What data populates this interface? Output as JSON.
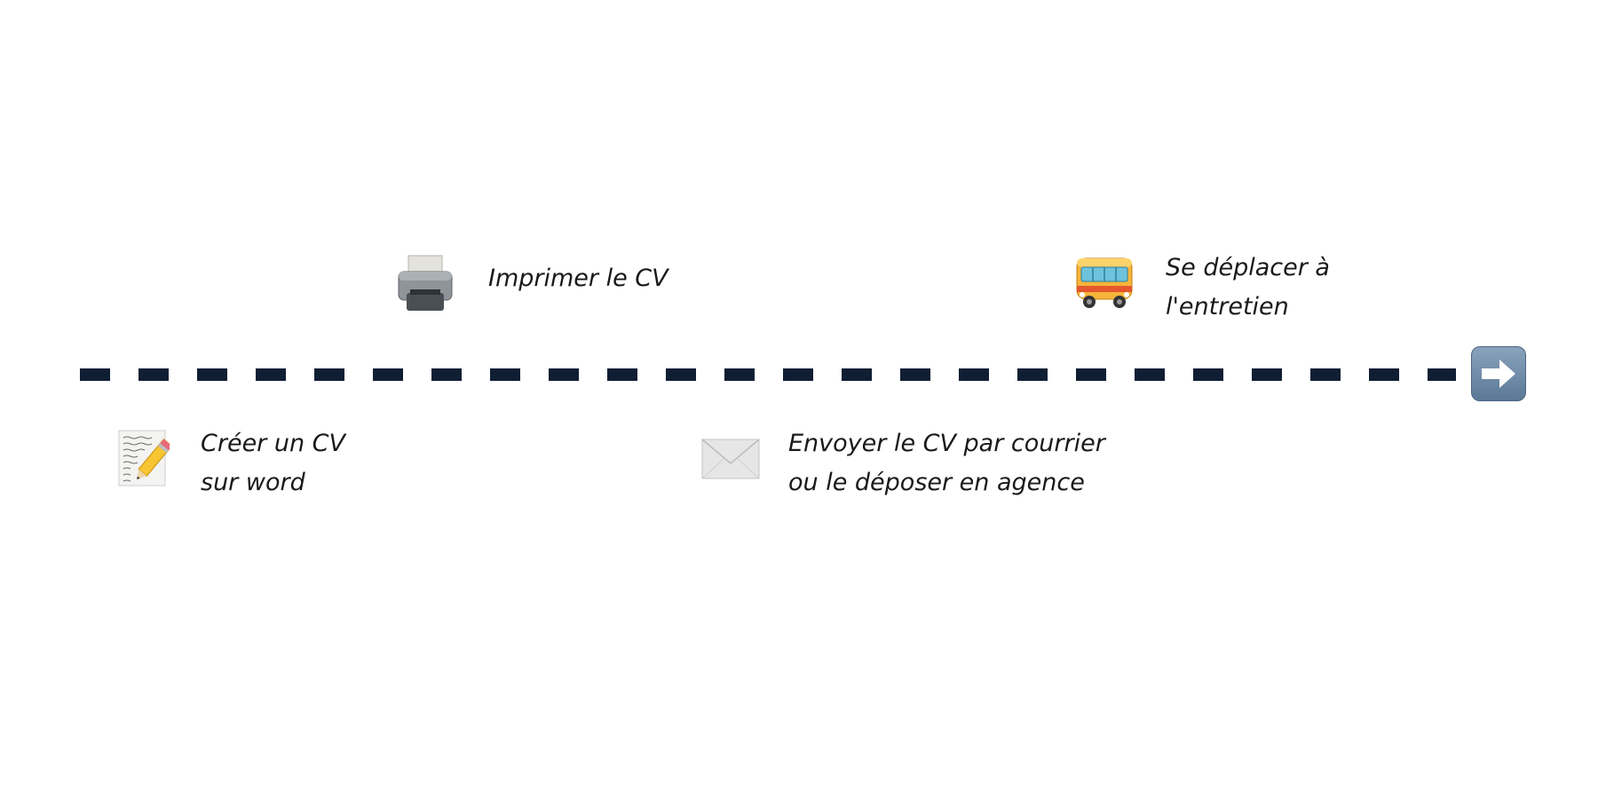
{
  "steps": [
    {
      "icon": "memo-pencil-icon",
      "lines": [
        "Créer un CV",
        "sur word"
      ]
    },
    {
      "icon": "printer-icon",
      "lines": [
        "Imprimer le CV"
      ]
    },
    {
      "icon": "envelope-icon",
      "lines": [
        "Envoyer le CV par courrier",
        "ou le déposer en agence"
      ]
    },
    {
      "icon": "bus-icon",
      "lines": [
        "Se déplacer à",
        "l'entretien"
      ]
    }
  ],
  "end_marker": {
    "icon": "right-arrow-icon"
  },
  "colors": {
    "line": "#0f1e33",
    "text": "#1a1a1a",
    "arrow_box": "#6f8ca9"
  }
}
